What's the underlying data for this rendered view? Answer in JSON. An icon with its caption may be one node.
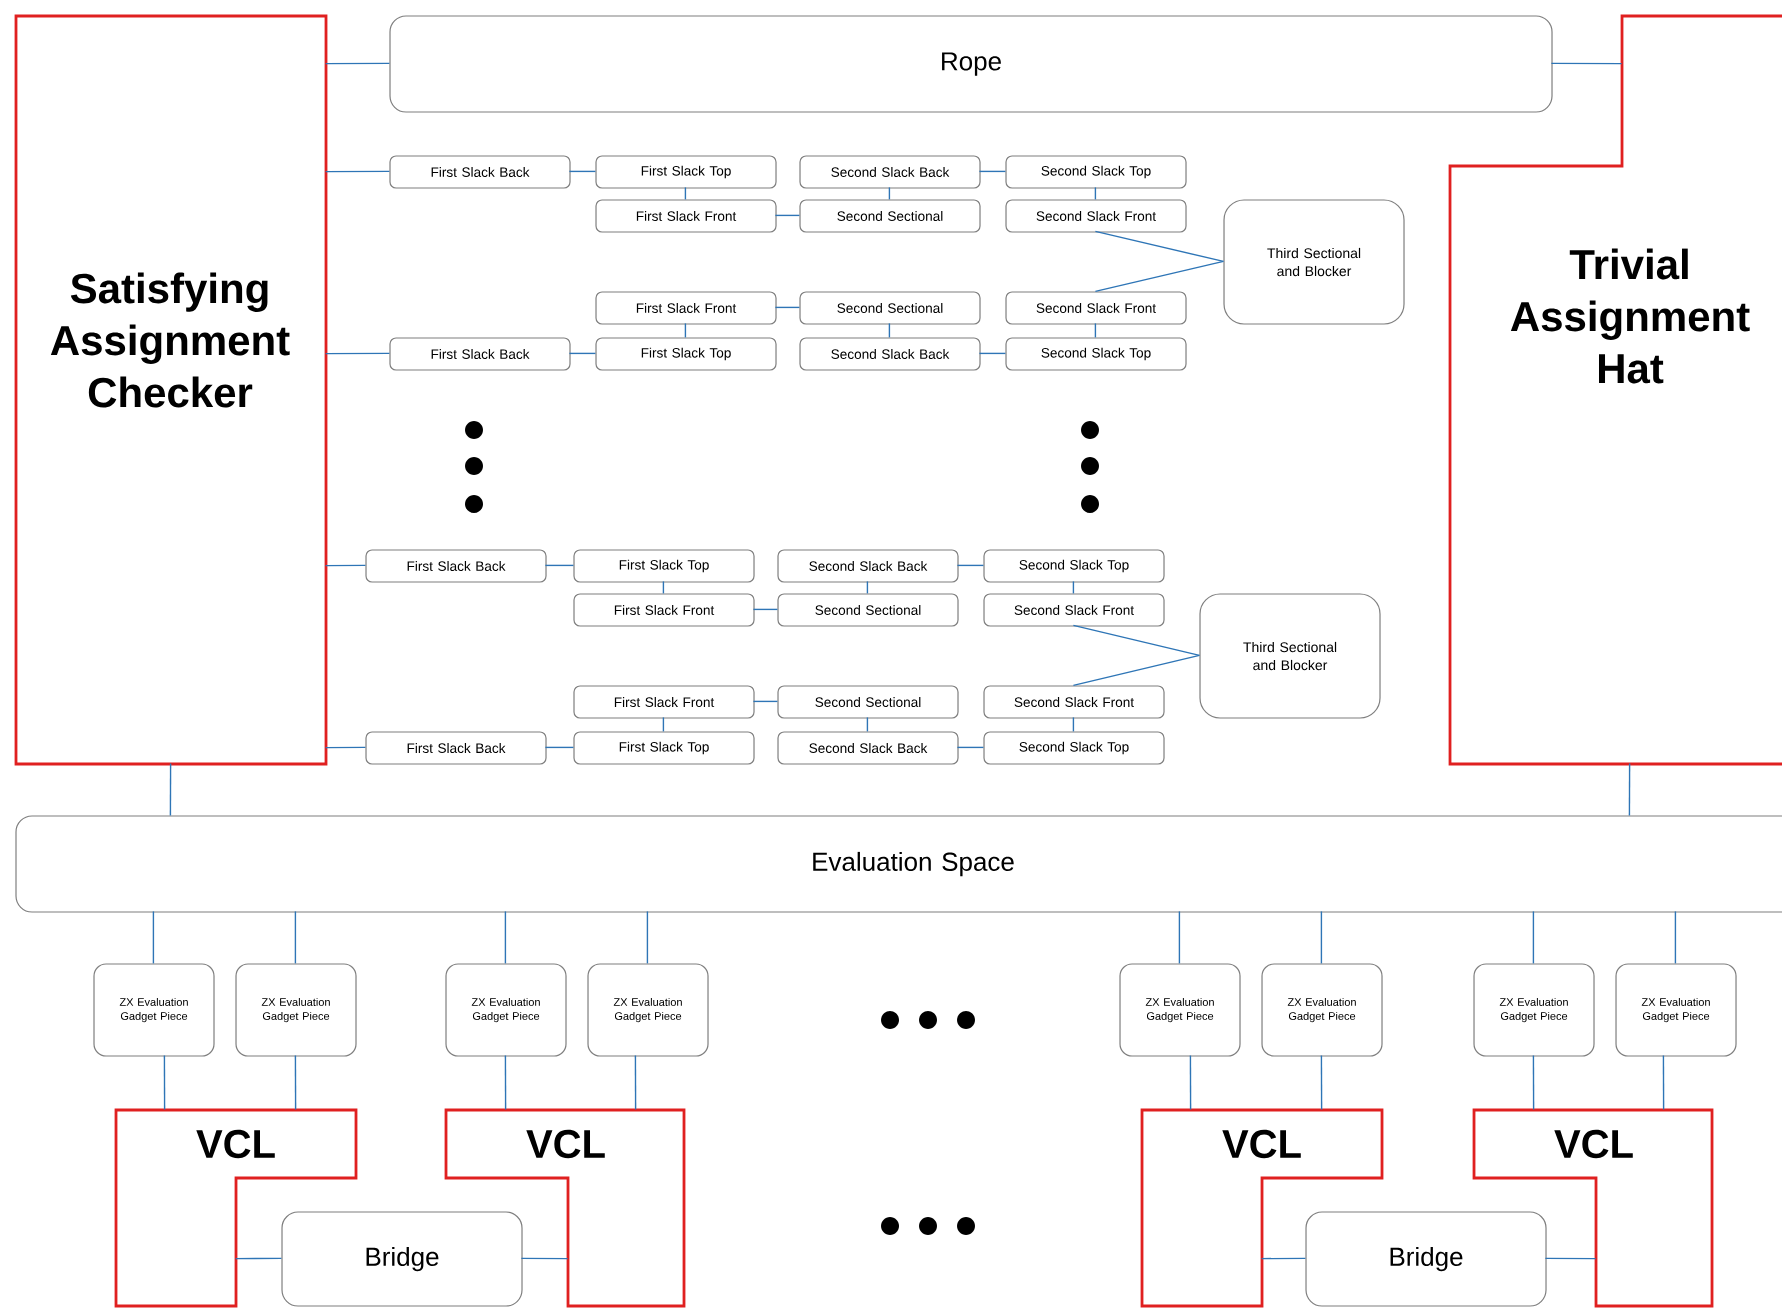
{
  "diagram": {
    "nodes": [
      {
        "text": [
          "Satisfying Assignment Checker"
        ]
      },
      {
        "text": [
          "Rope"
        ]
      },
      {
        "text": [
          "Trivial Assignment Hat"
        ]
      },
      {
        "text": [
          "First Slack Back"
        ]
      },
      {
        "text": [
          "First Slack Top"
        ]
      },
      {
        "text": [
          "Second Slack Back"
        ]
      },
      {
        "text": [
          "Second Slack Top"
        ]
      },
      {
        "text": [
          "First Slack Front"
        ]
      },
      {
        "text": [
          "Second Sectional"
        ]
      },
      {
        "text": [
          "Second Slack Front"
        ]
      },
      {
        "text": [
          "Third Sectional and Blocker"
        ]
      },
      {
        "text": [
          "First Slack Front"
        ]
      },
      {
        "text": [
          "Second Sectional"
        ]
      },
      {
        "text": [
          "Second Slack Front"
        ]
      },
      {
        "text": [
          "First Slack Back"
        ]
      },
      {
        "text": [
          "First Slack Top"
        ]
      },
      {
        "text": [
          "Second Slack Back"
        ]
      },
      {
        "text": [
          "Second Slack Top"
        ]
      },
      {
        "text": [
          "First Slack Back"
        ]
      },
      {
        "text": [
          "First Slack Top"
        ]
      },
      {
        "text": [
          "Second Slack Back"
        ]
      },
      {
        "text": [
          "Second Slack Top"
        ]
      },
      {
        "text": [
          "First Slack Front"
        ]
      },
      {
        "text": [
          "Second Sectional"
        ]
      },
      {
        "text": [
          "Second Slack Front"
        ]
      },
      {
        "text": [
          "Third Sectional and Blocker"
        ]
      },
      {
        "text": [
          "First Slack Front"
        ]
      },
      {
        "text": [
          "Second Sectional"
        ]
      },
      {
        "text": [
          "Second Slack Front"
        ]
      },
      {
        "text": [
          "First Slack Back"
        ]
      },
      {
        "text": [
          "First Slack Top"
        ]
      },
      {
        "text": [
          "Second Slack Back"
        ]
      },
      {
        "text": [
          "Second Slack Top"
        ]
      },
      {
        "text": [
          "Evaluation Space"
        ]
      },
      {
        "text": [
          "ZX Evaluation Gadget Piece"
        ]
      },
      {
        "text": [
          "ZX Evaluation Gadget Piece"
        ]
      },
      {
        "text": [
          "ZX Evaluation Gadget Piece"
        ]
      },
      {
        "text": [
          "ZX Evaluation Gadget Piece"
        ]
      },
      {
        "text": [
          "ZX Evaluation Gadget Piece"
        ]
      },
      {
        "text": [
          "ZX Evaluation Gadget Piece"
        ]
      },
      {
        "text": [
          "ZX Evaluation Gadget Piece"
        ]
      },
      {
        "text": [
          "ZX Evaluation Gadget Piece"
        ]
      },
      {
        "text": [
          "VCL"
        ]
      },
      {
        "text": [
          "VCL"
        ]
      },
      {
        "text": [
          "VCL"
        ]
      },
      {
        "text": [
          "VCL"
        ]
      },
      {
        "text": [
          "Bridge"
        ]
      },
      {
        "text": [
          "Bridge"
        ]
      }
    ],
    "edges": [
      {
        "from": 0,
        "to": 1,
        "arrow": "none"
      },
      {
        "from": 1,
        "to": 2,
        "arrow": "none"
      },
      {
        "from": 0,
        "to": 3,
        "arrow": "none"
      },
      {
        "from": 3,
        "to": 4,
        "arrow": "none"
      },
      {
        "from": 4,
        "to": 7,
        "arrow": "none"
      },
      {
        "from": 7,
        "to": 8,
        "arrow": "none"
      },
      {
        "from": 8,
        "to": 5,
        "arrow": "none"
      },
      {
        "from": 5,
        "to": 6,
        "arrow": "none"
      },
      {
        "from": 6,
        "to": 9,
        "arrow": "none"
      },
      {
        "from": 9,
        "to": 10,
        "arrow": "none"
      },
      {
        "from": 10,
        "to": 13,
        "arrow": "none"
      },
      {
        "from": 13,
        "to": 17,
        "arrow": "none"
      },
      {
        "from": 17,
        "to": 16,
        "arrow": "none"
      },
      {
        "from": 16,
        "to": 12,
        "arrow": "none"
      },
      {
        "from": 12,
        "to": 11,
        "arrow": "none"
      },
      {
        "from": 11,
        "to": 15,
        "arrow": "none"
      },
      {
        "from": 15,
        "to": 14,
        "arrow": "none"
      },
      {
        "from": 14,
        "to": 0,
        "arrow": "none"
      },
      {
        "from": 0,
        "to": 18,
        "arrow": "none"
      },
      {
        "from": 18,
        "to": 19,
        "arrow": "none"
      },
      {
        "from": 19,
        "to": 22,
        "arrow": "none"
      },
      {
        "from": 22,
        "to": 23,
        "arrow": "none"
      },
      {
        "from": 23,
        "to": 20,
        "arrow": "none"
      },
      {
        "from": 20,
        "to": 21,
        "arrow": "none"
      },
      {
        "from": 21,
        "to": 24,
        "arrow": "none"
      },
      {
        "from": 24,
        "to": 25,
        "arrow": "none"
      },
      {
        "from": 25,
        "to": 28,
        "arrow": "none"
      },
      {
        "from": 28,
        "to": 32,
        "arrow": "none"
      },
      {
        "from": 32,
        "to": 31,
        "arrow": "none"
      },
      {
        "from": 31,
        "to": 27,
        "arrow": "none"
      },
      {
        "from": 27,
        "to": 26,
        "arrow": "none"
      },
      {
        "from": 26,
        "to": 30,
        "arrow": "none"
      },
      {
        "from": 30,
        "to": 29,
        "arrow": "none"
      },
      {
        "from": 29,
        "to": 0,
        "arrow": "none"
      },
      {
        "from": 0,
        "to": 33,
        "arrow": "none"
      },
      {
        "from": 2,
        "to": 33,
        "arrow": "none"
      },
      {
        "from": 33,
        "to": 34,
        "arrow": "none"
      },
      {
        "from": 33,
        "to": 35,
        "arrow": "none"
      },
      {
        "from": 33,
        "to": 36,
        "arrow": "none"
      },
      {
        "from": 33,
        "to": 37,
        "arrow": "none"
      },
      {
        "from": 33,
        "to": 38,
        "arrow": "none"
      },
      {
        "from": 33,
        "to": 39,
        "arrow": "none"
      },
      {
        "from": 33,
        "to": 40,
        "arrow": "none"
      },
      {
        "from": 33,
        "to": 41,
        "arrow": "none"
      },
      {
        "from": 34,
        "to": 42,
        "arrow": "none"
      },
      {
        "from": 35,
        "to": 42,
        "arrow": "none"
      },
      {
        "from": 36,
        "to": 43,
        "arrow": "none"
      },
      {
        "from": 37,
        "to": 43,
        "arrow": "none"
      },
      {
        "from": 38,
        "to": 44,
        "arrow": "none"
      },
      {
        "from": 39,
        "to": 44,
        "arrow": "none"
      },
      {
        "from": 40,
        "to": 45,
        "arrow": "none"
      },
      {
        "from": 41,
        "to": 45,
        "arrow": "none"
      },
      {
        "from": 42,
        "to": 46,
        "arrow": "none"
      },
      {
        "from": 46,
        "to": 43,
        "arrow": "none"
      },
      {
        "from": 44,
        "to": 47,
        "arrow": "none"
      },
      {
        "from": 47,
        "to": 45,
        "arrow": "none"
      }
    ]
  }
}
